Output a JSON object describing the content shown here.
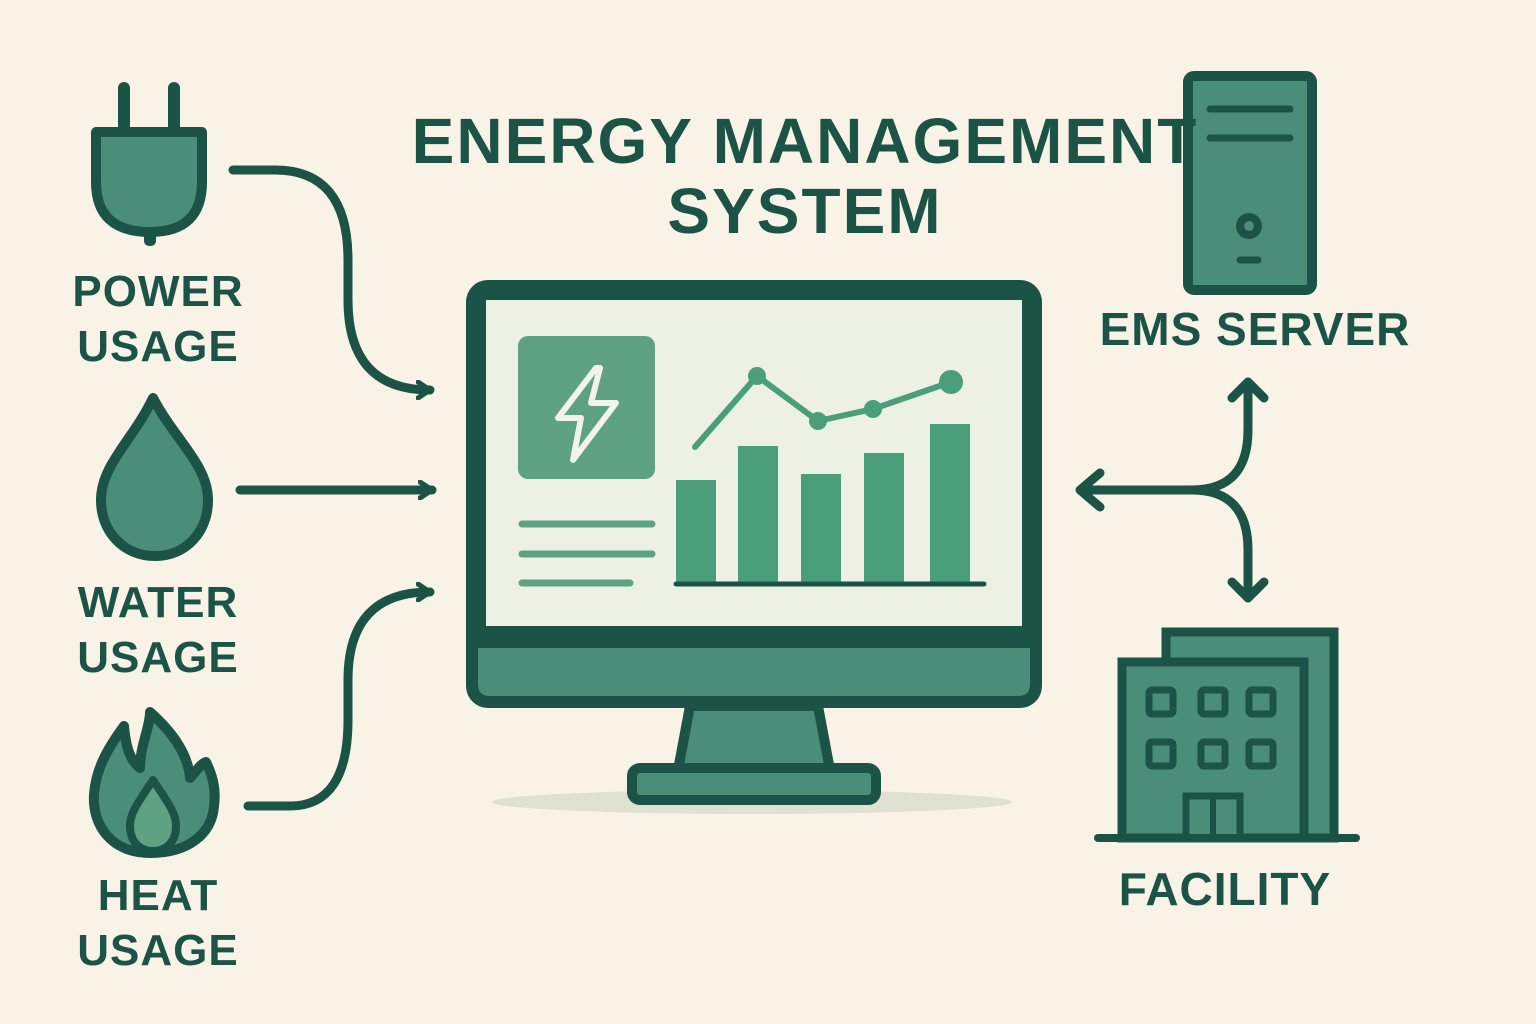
{
  "title": {
    "line1": "ENERGY MANAGEMENT",
    "line2": "SYSTEM"
  },
  "inputs": [
    {
      "id": "power",
      "icon": "plug-icon",
      "line1": "POWER",
      "line2": "USAGE"
    },
    {
      "id": "water",
      "icon": "water-drop-icon",
      "line1": "WATER",
      "line2": "USAGE"
    },
    {
      "id": "heat",
      "icon": "flame-icon",
      "line1": "HEAT",
      "line2": "USAGE"
    }
  ],
  "nodes": {
    "server": {
      "icon": "server-tower-icon",
      "label": "EMS SERVER"
    },
    "facility": {
      "icon": "building-icon",
      "label": "FACILITY"
    }
  },
  "monitor": {
    "icon": "monitor-icon",
    "dashboard_icons": [
      "lightning-bolt-icon",
      "bar-chart-icon",
      "line-chart-icon"
    ]
  },
  "colors": {
    "background": "#f8f3e6",
    "dark_green": "#1b5446",
    "medium_green": "#4a8d78",
    "light_green": "#5fa283",
    "bar_green": "#4a9e79",
    "screen": "#edf1e3"
  }
}
